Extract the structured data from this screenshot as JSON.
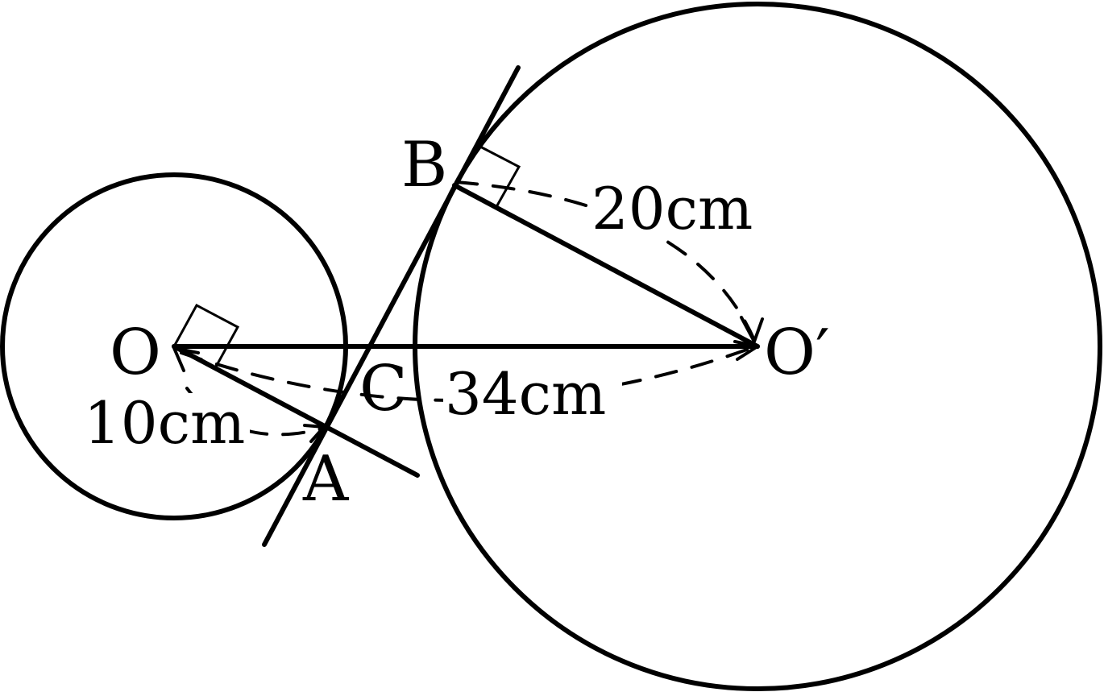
{
  "points": {
    "O": "O",
    "O_prime": "O′",
    "A": "A",
    "B": "B",
    "C": "C"
  },
  "measurements": {
    "small_radius": "10cm",
    "large_radius": "20cm",
    "center_distance": "34cm"
  }
}
